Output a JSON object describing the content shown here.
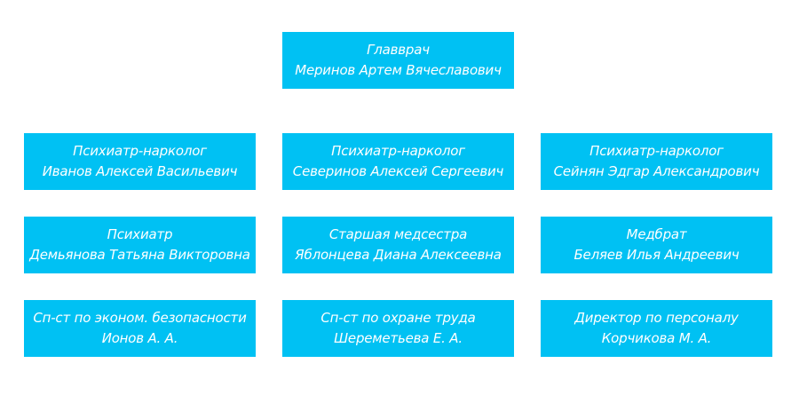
{
  "colors": {
    "node_fill": "#00c1f3",
    "node_text": "#ffffff"
  },
  "head": {
    "role": "Главврач",
    "name": "Меринов Артем Вячеславович"
  },
  "nodes": [
    {
      "role": "Психиатр-нарколог",
      "name": "Иванов Алексей Васильевич"
    },
    {
      "role": "Психиатр-нарколог",
      "name": "Северинов Алексей Сергеевич"
    },
    {
      "role": "Психиатр-нарколог",
      "name": "Сейнян Эдгар Александрович"
    },
    {
      "role": "Психиатр",
      "name": "Демьянова Татьяна Викторовна"
    },
    {
      "role": "Старшая медсестра",
      "name": "Яблонцева Диана Алексеевна"
    },
    {
      "role": "Медбрат",
      "name": "Беляев Илья Андреевич"
    },
    {
      "role": "Сп-ст по эконом. безопасности",
      "name": "Ионов А. А."
    },
    {
      "role": "Сп-ст по охране труда",
      "name": "Шереметьева Е. А."
    },
    {
      "role": "Директор по персоналу",
      "name": "Корчикова М. А."
    }
  ]
}
